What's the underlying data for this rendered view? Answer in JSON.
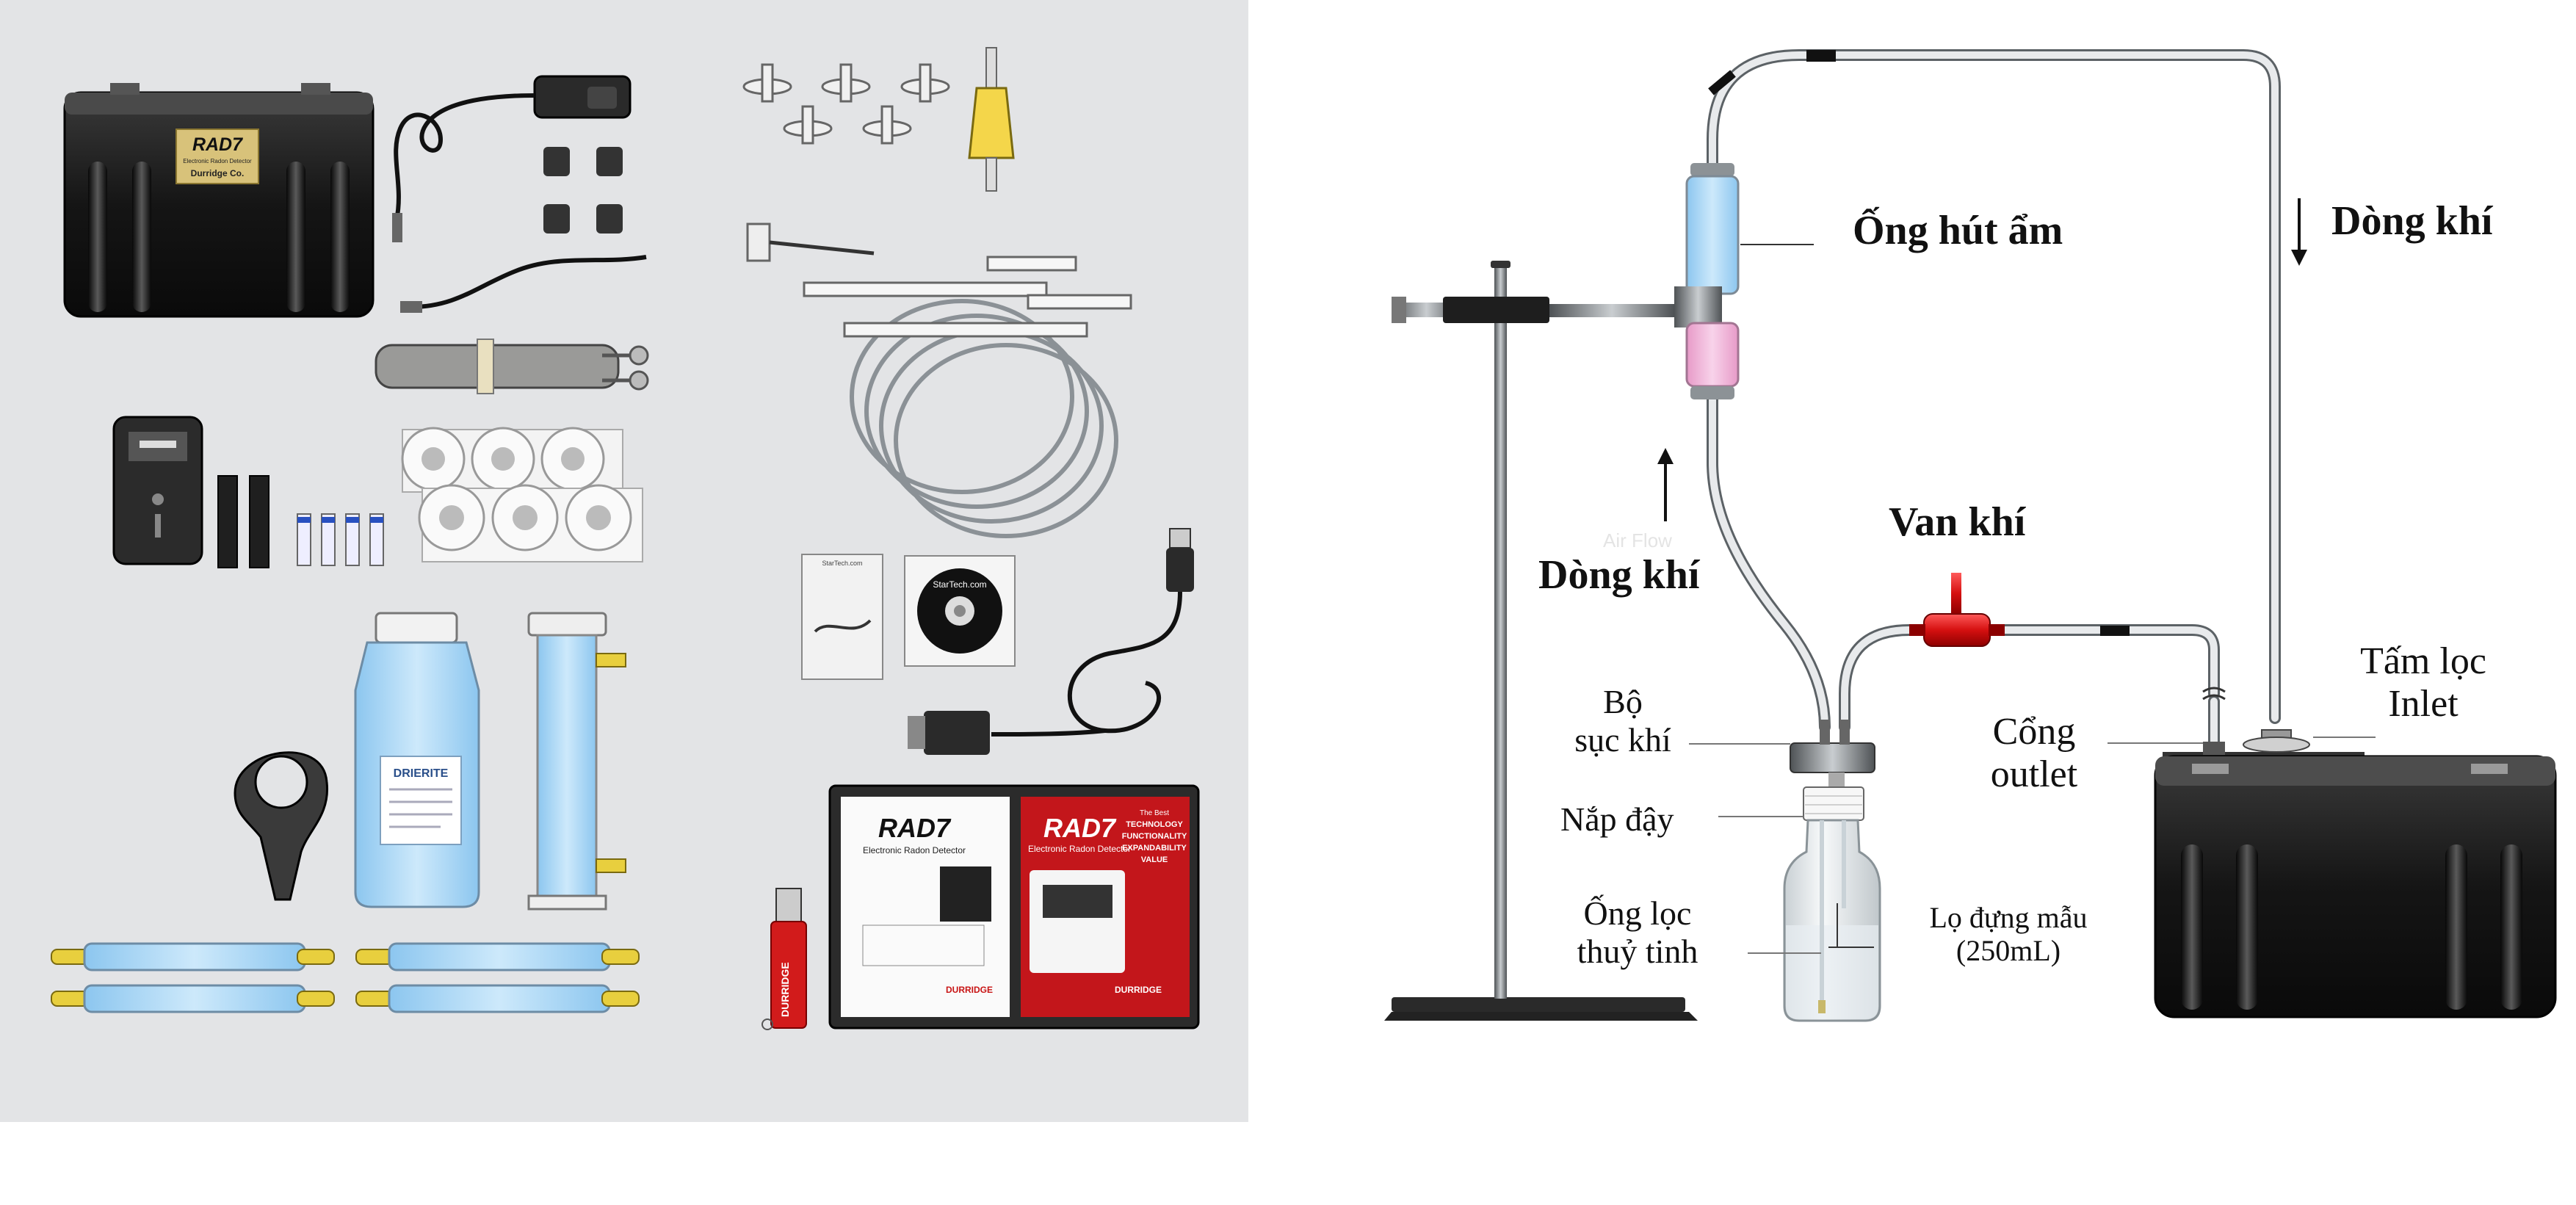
{
  "kit": {
    "case_brand": "RAD7",
    "case_line1": "Electronic Radon Detector",
    "case_line2": "Durridge Co.",
    "desiccant_label": "DRIERITE",
    "cd_brand": "StarTech.com",
    "booklet_brand": "StarTech.com",
    "manual_left_title": "RAD7",
    "manual_left_sub": "Electronic Radon Detector",
    "manual_left_brand": "DURRIDGE",
    "manual_right_title": "RAD7",
    "manual_right_sub": "Electronic Radon Detector",
    "manual_right_tag1": "The Best",
    "manual_right_tag2": "TECHNOLOGY",
    "manual_right_tag3": "FUNCTIONALITY",
    "manual_right_tag4": "EXPANDABILITY",
    "manual_right_tag5": "VALUE",
    "manual_right_brand": "DURRIDGE",
    "usb_brand": "DURRIDGE"
  },
  "labels": {
    "desiccant_tube": "Ống hút ẩm",
    "airflow_down": "Dòng khí",
    "airflow_up": "Dòng khí",
    "valve": "Van khí",
    "bubbler_l1": "Bộ",
    "bubbler_l2": "sục khí",
    "cap": "Nắp đậy",
    "glass_frit_l1": "Ống lọc",
    "glass_frit_l2": "thuỷ tinh",
    "sample_bottle_l1": "Lọ đựng mẫu",
    "sample_bottle_l2": "(250mL)",
    "outlet_l1": "Cổng",
    "outlet_l2": "outlet",
    "inlet_filter_l1": "Tấm lọc",
    "inlet_filter_l2": "Inlet",
    "faded_airflow": "Air Flow"
  }
}
